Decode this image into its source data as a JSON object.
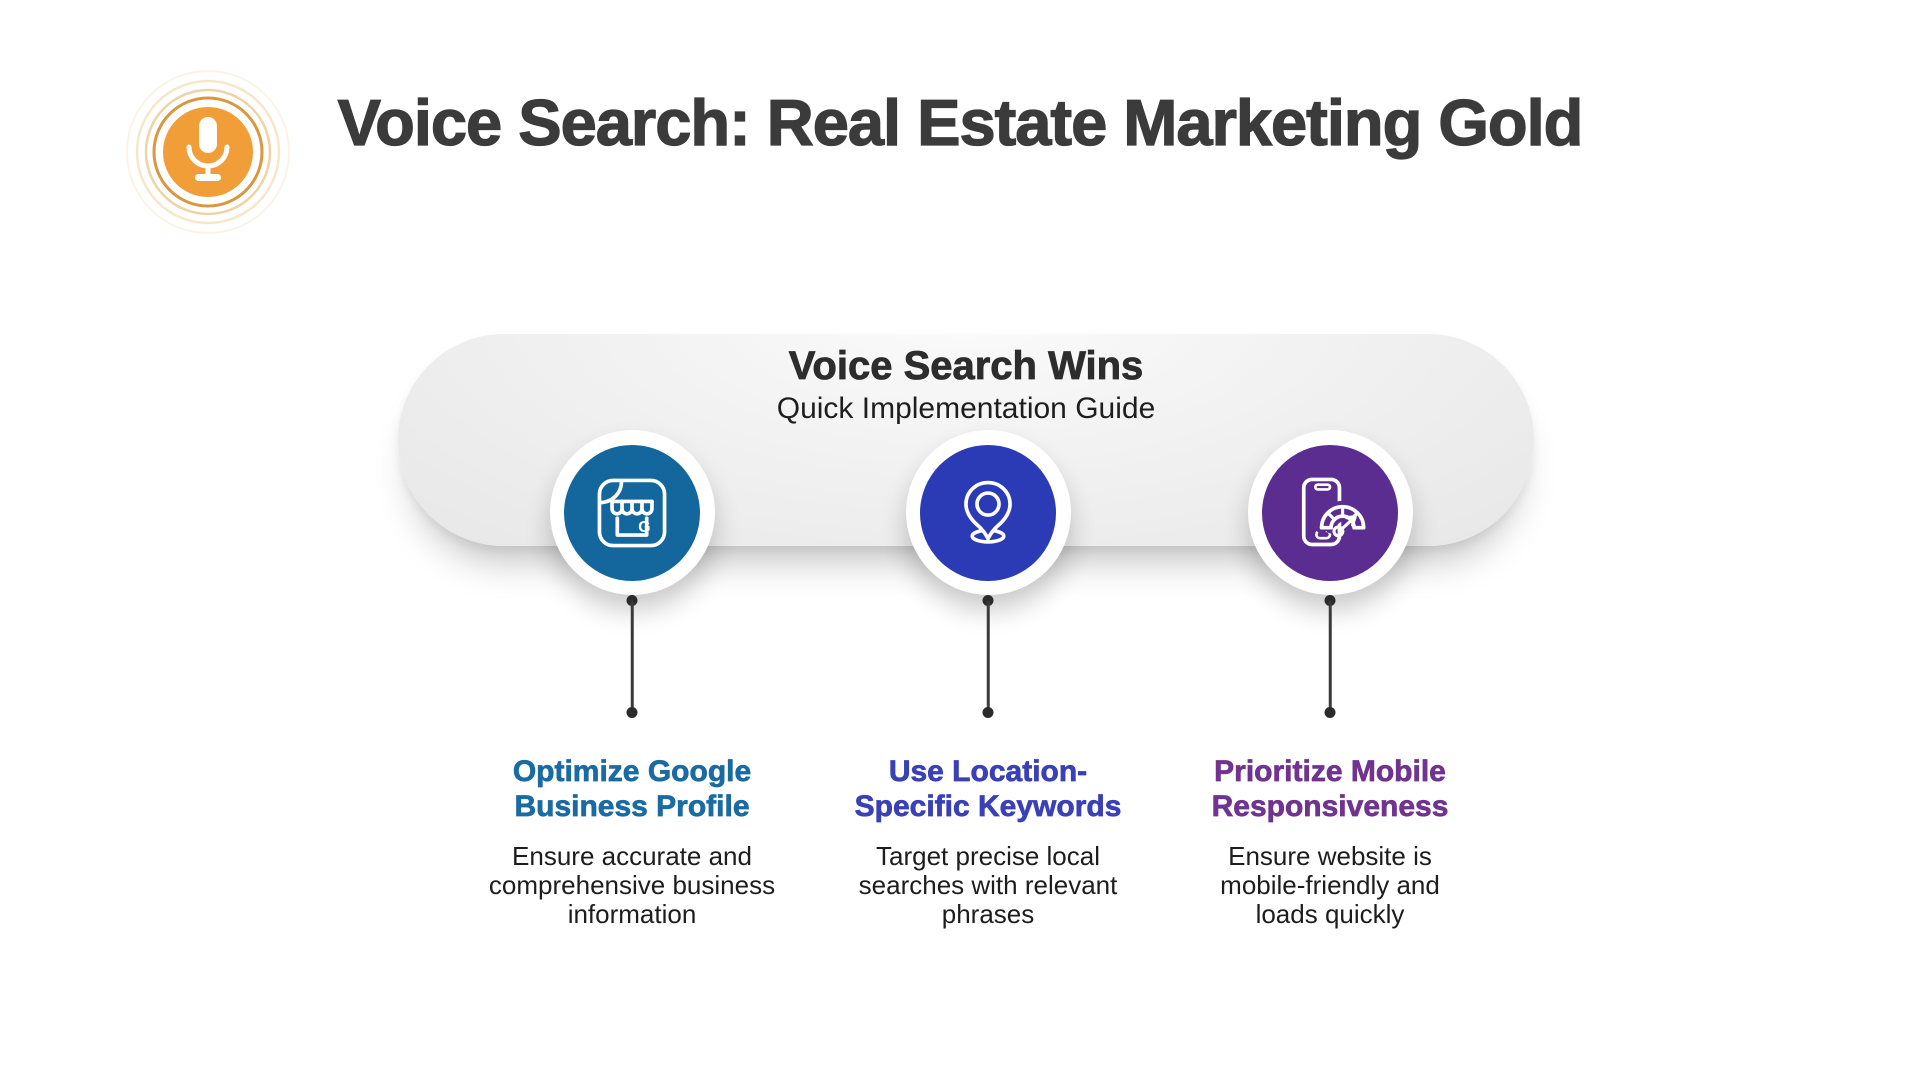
{
  "header": {
    "title": "Voice Search: Real Estate Marketing Gold",
    "title_color": "#3B3B3B",
    "logo": {
      "icon": "microphone-icon",
      "circle_color": "#F19E38",
      "ring_color": "#D9973F"
    }
  },
  "banner": {
    "title": "Voice Search Wins",
    "subtitle": "Quick Implementation Guide"
  },
  "steps": [
    {
      "icon": "google-business-storefront-icon",
      "circle_color": "#14679C",
      "heading": "Optimize Google\nBusiness Profile",
      "heading_color": "#1A6AA3",
      "body": "Ensure accurate and\ncomprehensive business\ninformation"
    },
    {
      "icon": "location-pin-icon",
      "circle_color": "#2B3AB5",
      "heading": "Use Location-\nSpecific Keywords",
      "heading_color": "#3A40B5",
      "body": "Target precise local\nsearches with relevant\nphrases"
    },
    {
      "icon": "mobile-speedometer-icon",
      "circle_color": "#5C2D90",
      "heading": "Prioritize Mobile\nResponsiveness",
      "heading_color": "#70338F",
      "body": "Ensure website is\nmobile-friendly and\nloads quickly"
    }
  ]
}
